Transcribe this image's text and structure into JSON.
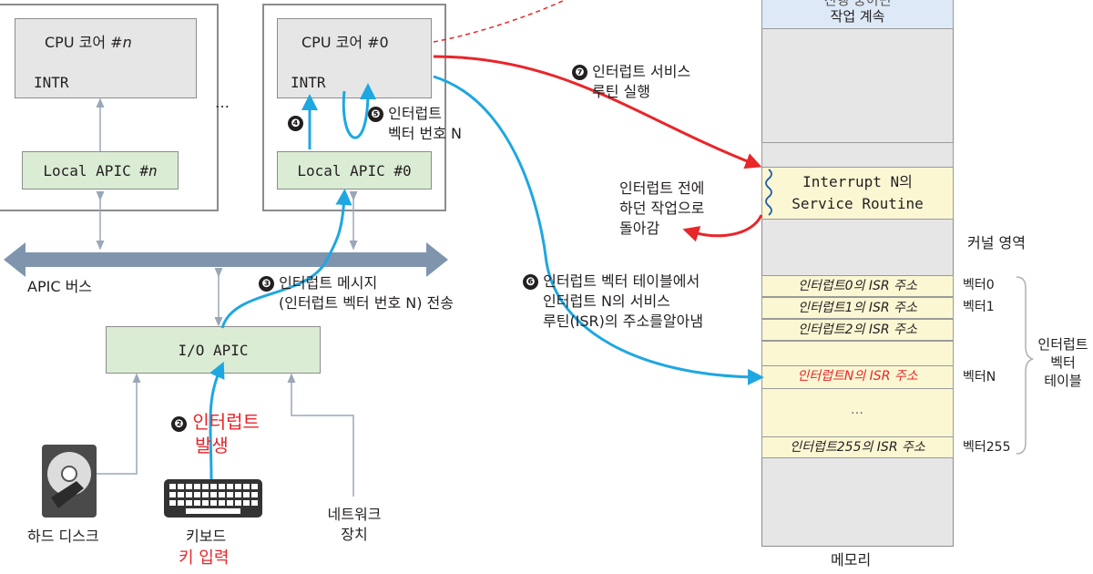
{
  "cpu_n": {
    "title_prefix": "CPU 코어 #",
    "title_index": "n",
    "intr": "INTR"
  },
  "cpu_0": {
    "title": "CPU 코어 #0",
    "intr": "INTR"
  },
  "ellipsis": "…",
  "local_apic_n": {
    "prefix": "Local APIC #",
    "index": "n"
  },
  "local_apic_0": "Local APIC #0",
  "apic_bus": "APIC 버스",
  "io_apic": "I/O APIC",
  "steps": {
    "s2_line1": "인터럽트",
    "s2_line2": "발생",
    "s2_num": "❷",
    "s3_line1": "인터럽트 메시지",
    "s3_line2": "(인터럽트 벡터 번호 N) 전송",
    "s3_num": "❸",
    "s4_num": "❹",
    "s5_line1": "인터럽트",
    "s5_line2": "벡터 번호 N",
    "s5_num": "❺",
    "s6_line1": "인터럽트 벡터 테이블에서",
    "s6_line2": "인터럽트 N의 서비스",
    "s6_line3": "루틴(ISR)의 주소를알아냄",
    "s6_num": "❻",
    "s7_line1": "인터럽트 서비스",
    "s7_line2": "루틴 실행",
    "s7_num": "❼"
  },
  "return_note": {
    "line1": "인터럽트 전에",
    "line2": "하던 작업으로",
    "line3": "돌아감"
  },
  "devices": {
    "hdd": "하드 디스크",
    "keyboard": "키보드",
    "key_input": "키 입력",
    "network_line1": "네트워크",
    "network_line2": "장치"
  },
  "memory": {
    "top_partial": "진행 중이던",
    "top_task": "작업 계속",
    "isr_line1": "Interrupt N의",
    "isr_line2": "Service Routine",
    "kernel_area": "커널 영역",
    "label": "메모리",
    "table_label_1": "인터럽트",
    "table_label_2": "벡터",
    "table_label_3": "테이블",
    "vector_table": [
      {
        "entry": "인터럽트0의 ISR 주소",
        "vector": "벡터0"
      },
      {
        "entry": "인터럽트1의 ISR 주소",
        "vector": "벡터1"
      },
      {
        "entry": "인터럽트2의 ISR 주소",
        "vector": ""
      },
      {
        "entry": "",
        "vector": ""
      },
      {
        "entry": "인터럽트N의 ISR 주소",
        "vector": "벡터N"
      },
      {
        "entry": "…",
        "vector": ""
      },
      {
        "entry": "인터럽트255의 ISR 주소",
        "vector": "벡터255"
      }
    ]
  },
  "colors": {
    "red": "#e8262a",
    "blue": "#1ea7e1",
    "bus": "#7f95ae",
    "green": "#dbecd4",
    "yellow": "#fbf7d3",
    "gray": "#e6e6e6"
  }
}
